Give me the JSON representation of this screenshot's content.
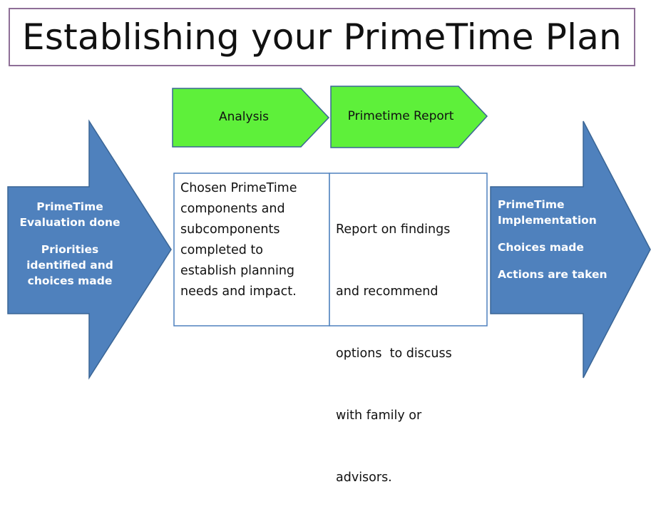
{
  "title": "Establishing your PrimeTime Plan",
  "colors": {
    "title_border": "#8e6f97",
    "blue_fill": "#4f81bd",
    "blue_stroke": "#3a6595",
    "green_fill": "#5ef03a",
    "green_stroke": "#3a6595",
    "box_stroke": "#4f81bd"
  },
  "chevrons": [
    {
      "label": "Analysis"
    },
    {
      "label": "Primetime Report"
    }
  ],
  "left_arrow": {
    "lines": [
      "PrimeTime",
      "Evaluation  done"
    ],
    "lines2": [
      "Priorities",
      "identified and",
      "choices made"
    ]
  },
  "middle_boxes": [
    {
      "lines": [
        "Chosen PrimeTime",
        "components and",
        "subcomponents",
        "completed to",
        "establish planning",
        "needs and impact."
      ]
    },
    {
      "lines": [
        "Report on findings",
        "and recommend",
        "options  to discuss",
        "with family or",
        "advisors."
      ]
    }
  ],
  "right_arrow": {
    "lines": [
      "PrimeTime",
      "Implementation"
    ],
    "line2": "Choices made",
    "line3": "Actions are taken"
  }
}
